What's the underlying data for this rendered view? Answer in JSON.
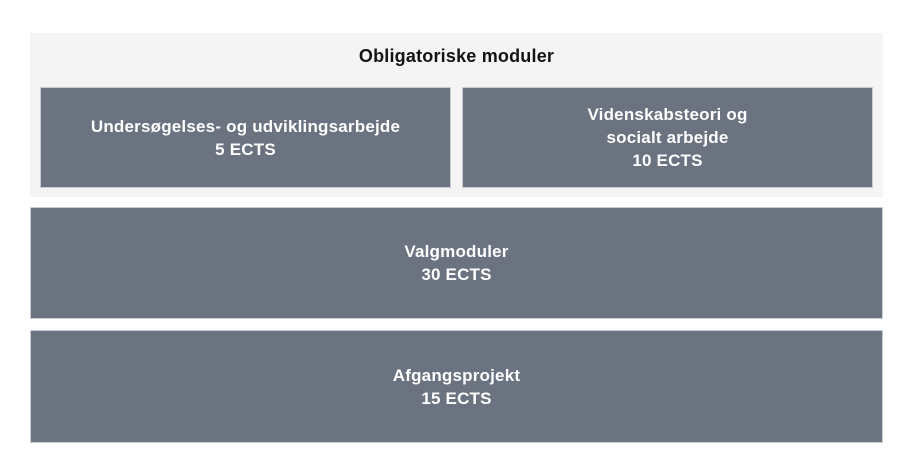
{
  "sections": {
    "obligatory": {
      "title": "Obligatoriske moduler",
      "modules": [
        {
          "name": "Undersøgelses- og udviklingsarbejde",
          "ects": "5 ECTS"
        },
        {
          "name": "Videnskabsteori og socialt arbejde",
          "ects": "10 ECTS"
        }
      ]
    },
    "valgmoduler": {
      "name": "Valgmoduler",
      "ects": "30 ECTS"
    },
    "afgangsprojekt": {
      "name": "Afgangsprojekt",
      "ects": "15 ECTS"
    }
  },
  "colors": {
    "box_fill": "#6b7280",
    "box_border": "#c9ccd3",
    "box_text": "#ffffff",
    "panel_fill": "#f4f4f5",
    "title_text": "#141414"
  }
}
